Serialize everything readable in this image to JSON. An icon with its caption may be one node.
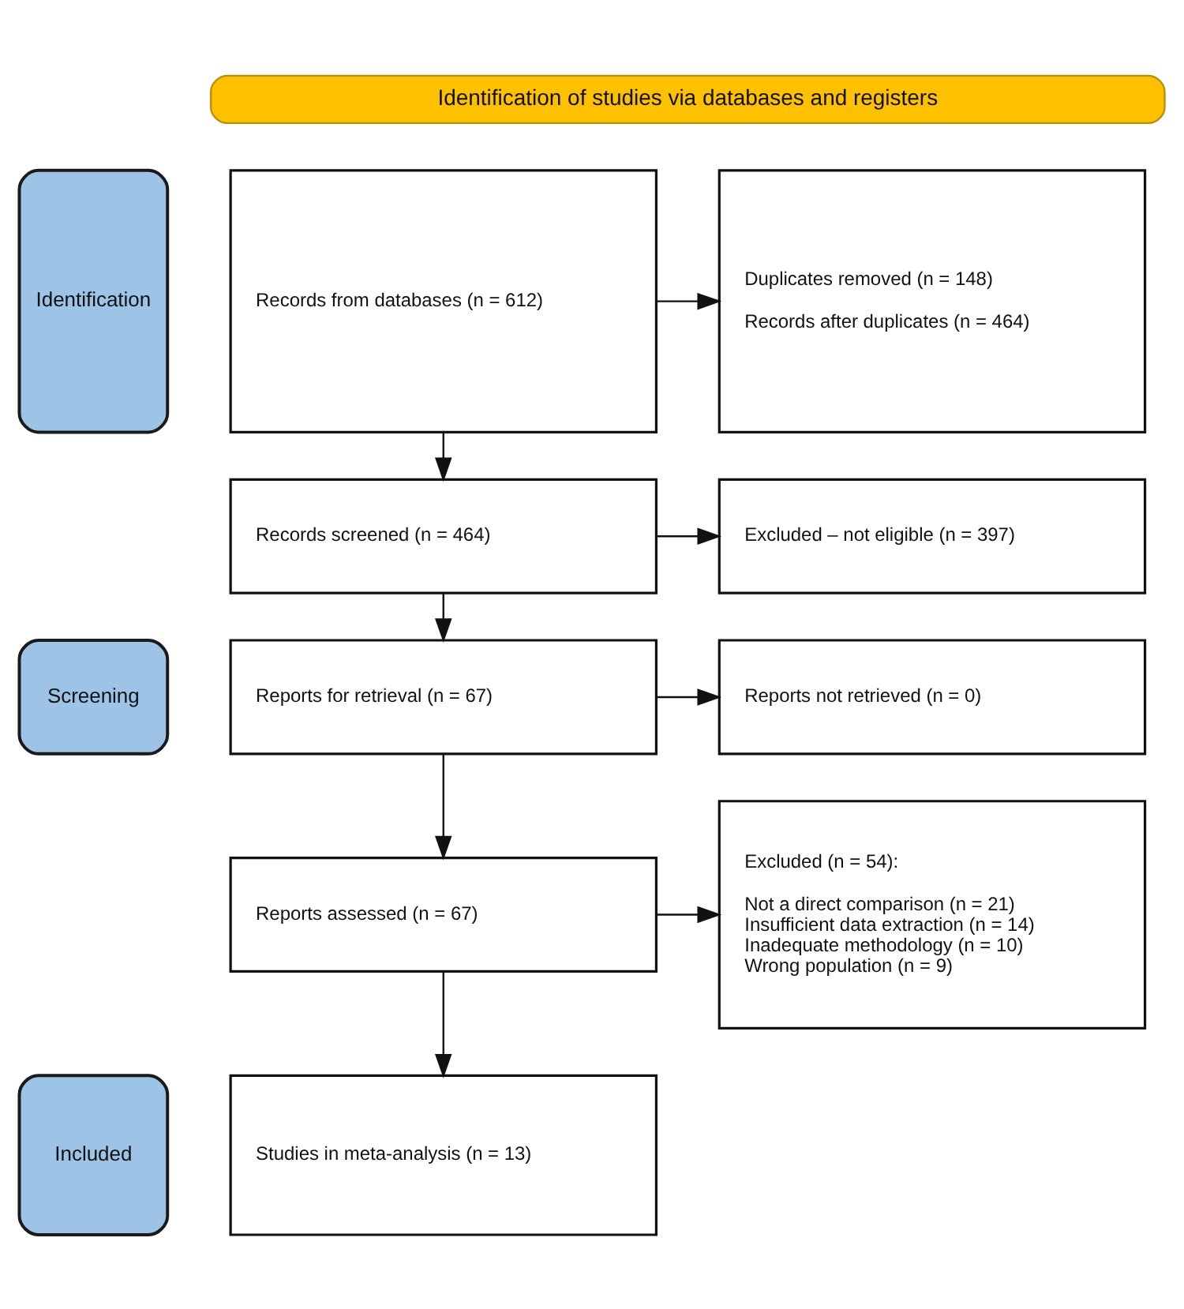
{
  "diagram": {
    "nodes": [
      {
        "text": [
          "Identification of studies via databases and registers"
        ]
      },
      {
        "text": [
          "Identification"
        ]
      },
      {
        "text": [
          "Records from databases (n = 612)"
        ]
      },
      {
        "text": [
          "Duplicates removed (n = 148)",
          "Records after duplicates (n = 464)"
        ]
      },
      {
        "text": [
          "Screening"
        ]
      },
      {
        "text": [
          "Records screened (n = 464)"
        ]
      },
      {
        "text": [
          "Excluded – not eligible (n = 397)"
        ]
      },
      {
        "text": [
          "Reports for retrieval (n = 67)"
        ]
      },
      {
        "text": [
          "Reports not retrieved (n = 0)"
        ]
      },
      {
        "text": [
          "Reports assessed (n = 67)"
        ]
      },
      {
        "text": [
          "Excluded (n = 54):",
          "Not a direct comparison (n = 21)",
          "Insufficient data extraction (n = 14)",
          "Inadequate methodology (n = 10)",
          "Wrong population (n = 9)"
        ]
      },
      {
        "text": [
          "Included"
        ]
      },
      {
        "text": [
          "Studies in meta-analysis (n = 13)"
        ]
      }
    ],
    "edges": [
      {
        "from": 2,
        "to": 3,
        "arrow": "to"
      },
      {
        "from": 2,
        "to": 5,
        "arrow": "to"
      },
      {
        "from": 5,
        "to": 6,
        "arrow": "to"
      },
      {
        "from": 5,
        "to": 7,
        "arrow": "to"
      },
      {
        "from": 7,
        "to": 8,
        "arrow": "to"
      },
      {
        "from": 7,
        "to": 9,
        "arrow": "to"
      },
      {
        "from": 9,
        "to": 10,
        "arrow": "to"
      },
      {
        "from": 9,
        "to": 12,
        "arrow": "to"
      }
    ]
  }
}
